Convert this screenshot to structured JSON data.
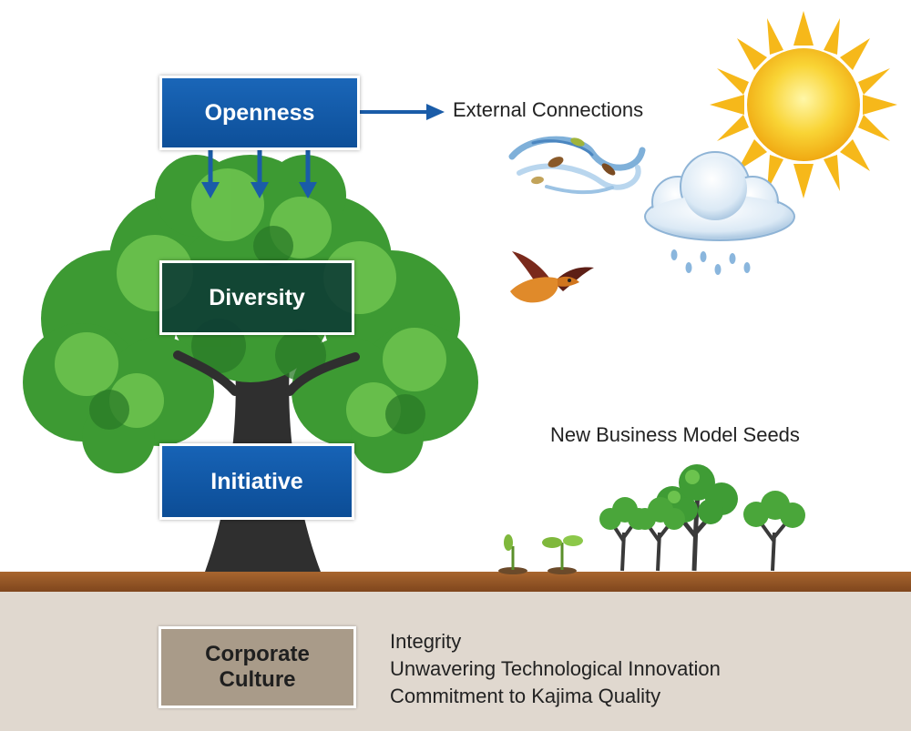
{
  "boxes": {
    "openness": "Openness",
    "diversity": "Diversity",
    "initiative": "Initiative"
  },
  "external_connections": "External Connections",
  "new_business_model_seeds": "New Business Model Seeds",
  "corporate_culture": {
    "line1": "Corporate",
    "line2": "Culture"
  },
  "values": [
    "Integrity",
    "Unwavering Technological Innovation",
    "Commitment to Kajima Quality"
  ],
  "colors": {
    "box_blue": "#1a66b8",
    "box_dark_green": "#0c3a34",
    "foliage_green": "#45a83a",
    "trunk": "#2f2f2f",
    "soil_brown": "#9b5a2b",
    "ground_beige": "#e0d8cf",
    "culture_box": "#a99b89",
    "sun_yellow": "#f7c51e"
  },
  "icons": [
    "sun-icon",
    "wind-icon",
    "rain-cloud-icon",
    "bird-icon",
    "sapling-icon"
  ]
}
